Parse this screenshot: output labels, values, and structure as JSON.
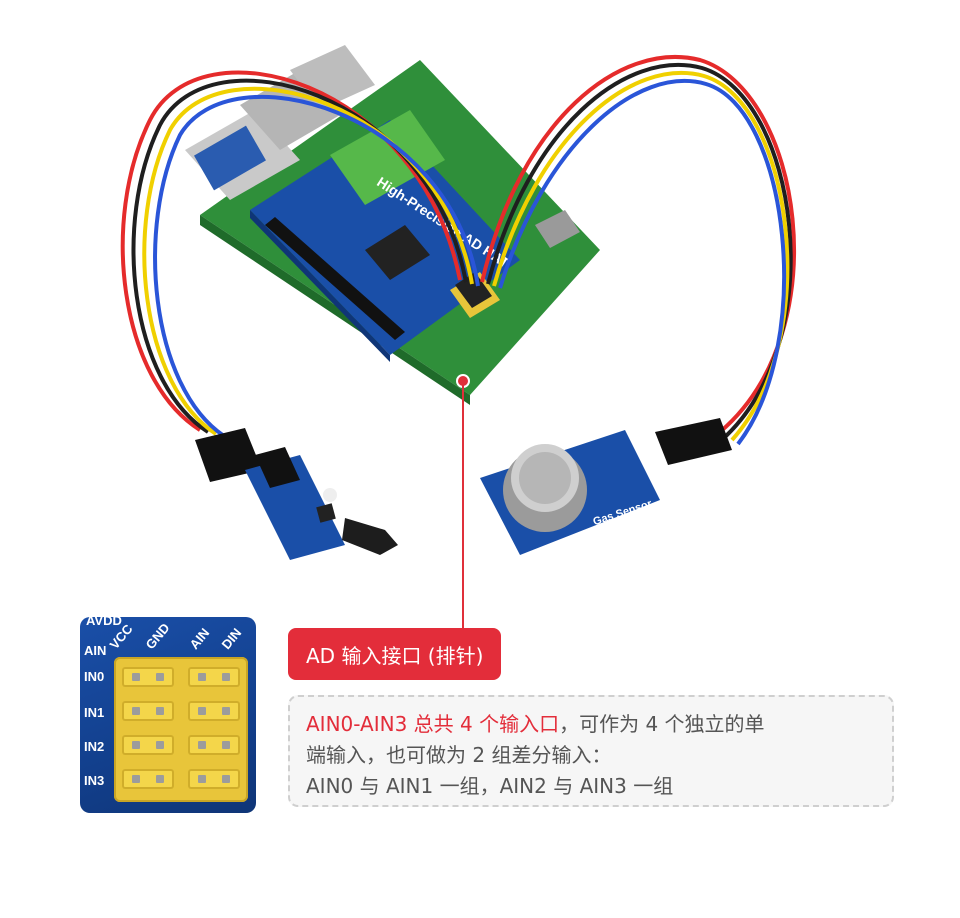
{
  "photo": {
    "hat_label": "High-Precision AD HAT",
    "gas_sensor_label": "Gas Sensor"
  },
  "pinout": {
    "top_labels": [
      "AVDD",
      "VCC",
      "GND",
      "AIN",
      "DIN"
    ],
    "side_labels": [
      "AIN",
      "IN0",
      "IN1",
      "IN2",
      "IN3"
    ]
  },
  "callout": {
    "tag": "AD 输入接口 (排针)",
    "line1_highlight": "AIN0-AIN3 总共 4 个输入口",
    "line1_rest": "，可作为 4 个独立的单",
    "line2": "端输入，也可做为 2 组差分输入：",
    "line3": "AIN0 与 AIN1 一组，AIN2 与 AIN3 一组"
  },
  "colors": {
    "accent": "#e32d3a",
    "board_blue": "#1a4fa8",
    "header_yellow": "#e8c53a",
    "pcb_green": "#2f8f3a"
  }
}
